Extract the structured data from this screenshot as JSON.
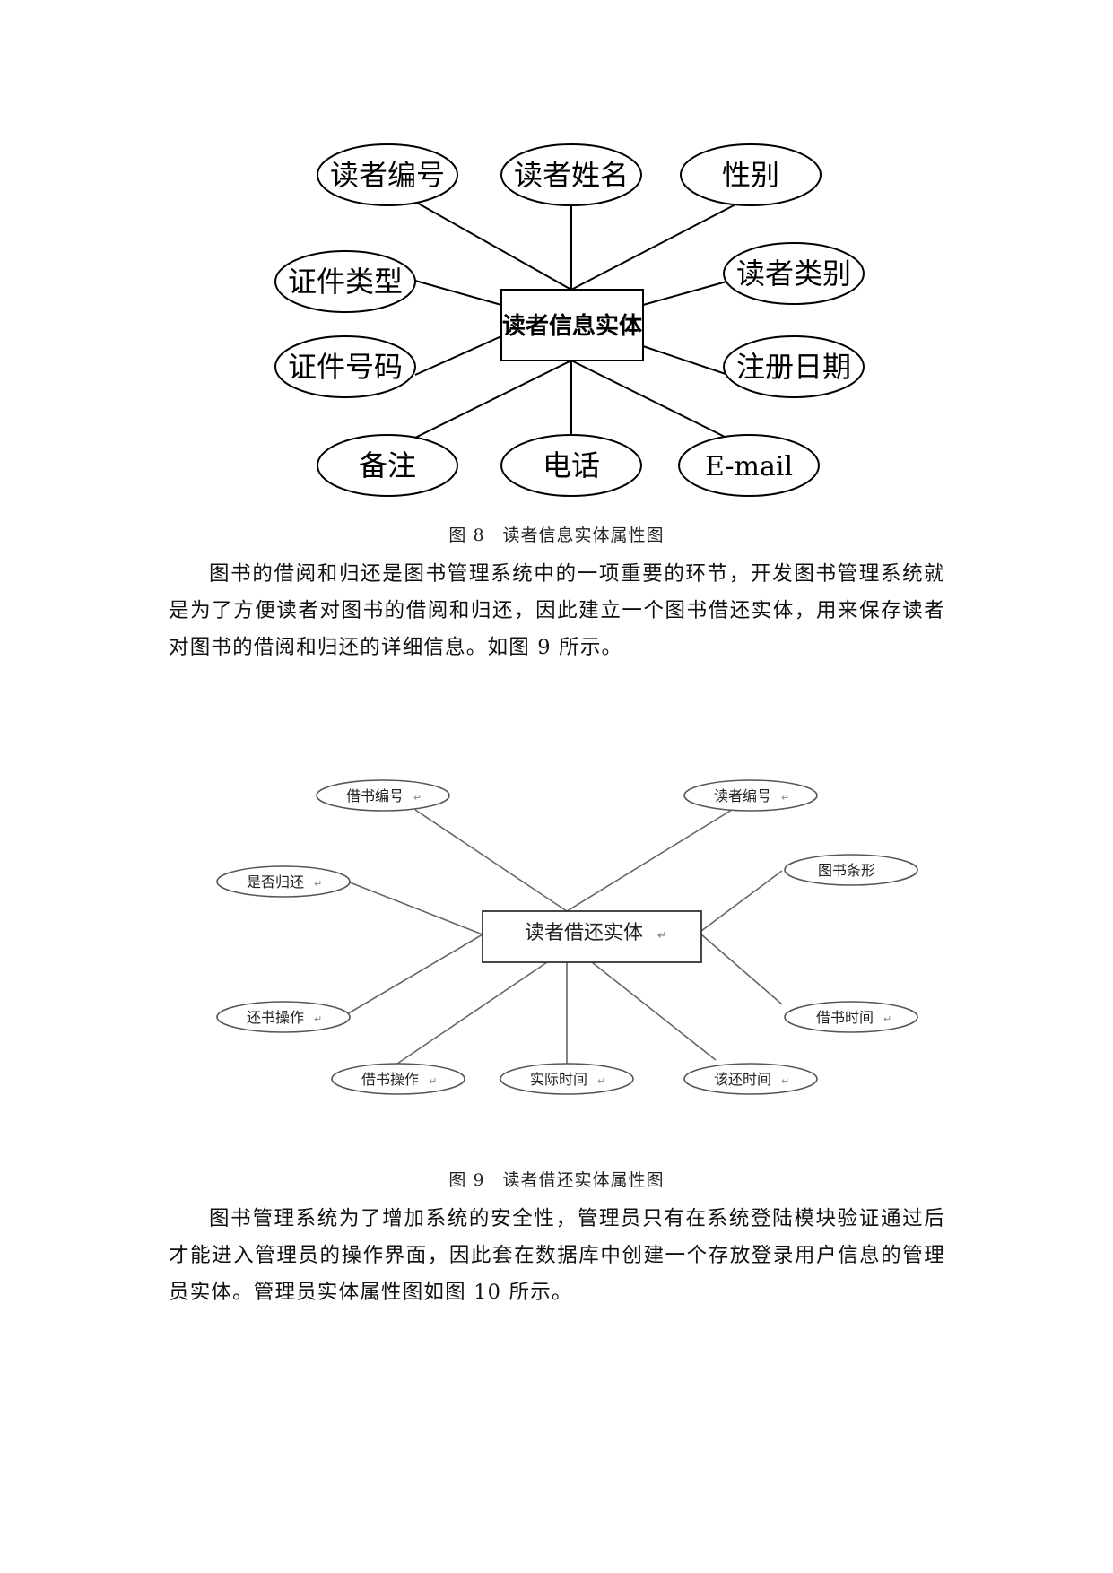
{
  "figure8": {
    "entity": "读者信息实体",
    "attributes": [
      "读者编号",
      "读者姓名",
      "性别",
      "证件类型",
      "读者类别",
      "证件号码",
      "注册日期",
      "备注",
      "电话",
      "E-mail"
    ],
    "caption": "图 8　读者信息实体属性图"
  },
  "paragraph1": "图书的借阅和归还是图书管理系统中的一项重要的环节，开发图书管理系统就是为了方便读者对图书的借阅和归还，因此建立一个图书借还实体，用来保存读者对图书的借阅和归还的详细信息。如图 9 所示。",
  "figure9": {
    "entity": "读者借还实体",
    "attributes": [
      "借书编号",
      "读者编号",
      "是否归还",
      "图书条形",
      "还书操作",
      "借书时间",
      "借书操作",
      "实际时间",
      "该还时间"
    ],
    "caption": "图 9　读者借还实体属性图"
  },
  "paragraph2": "图书管理系统为了增加系统的安全性，管理员只有在系统登陆模块验证通过后才能进入管理员的操作界面，因此套在数据库中创建一个存放登录用户信息的管理员实体。管理员实体属性图如图 10 所示。"
}
